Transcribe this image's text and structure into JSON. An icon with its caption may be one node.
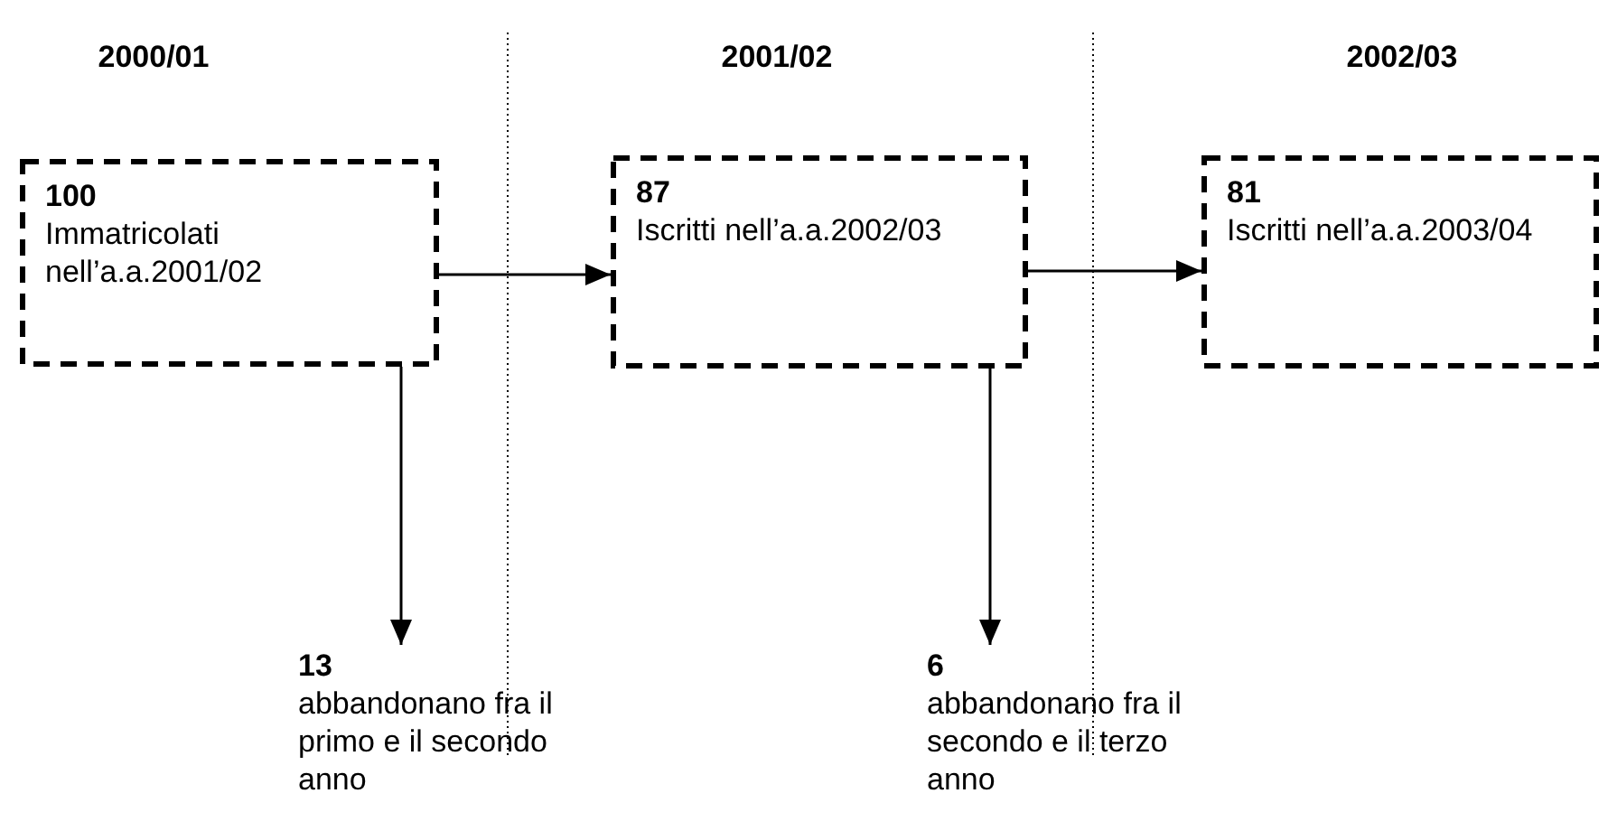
{
  "diagram": {
    "nodes": [
      {
        "text": [
          "100",
          "Immatricolati nell’a.a.2001/02"
        ]
      },
      {
        "text": [
          "87",
          "Iscritti nell’a.a.2002/03"
        ]
      },
      {
        "text": [
          "81",
          "Iscritti nell’a.a.2003/04"
        ]
      },
      {
        "text": [
          "13",
          "abbandonano fra il primo e il secondo anno"
        ]
      },
      {
        "text": [
          "6",
          "abbandonano fra il secondo e il terzo anno"
        ]
      }
    ],
    "edges": [
      {
        "from": 0,
        "to": 1,
        "arrow": "to"
      },
      {
        "from": 1,
        "to": 2,
        "arrow": "to"
      },
      {
        "from": 0,
        "to": 3,
        "arrow": "to"
      },
      {
        "from": 1,
        "to": 4,
        "arrow": "to"
      }
    ],
    "labels": [
      "2000/01",
      "2001/02",
      "2002/03"
    ]
  }
}
